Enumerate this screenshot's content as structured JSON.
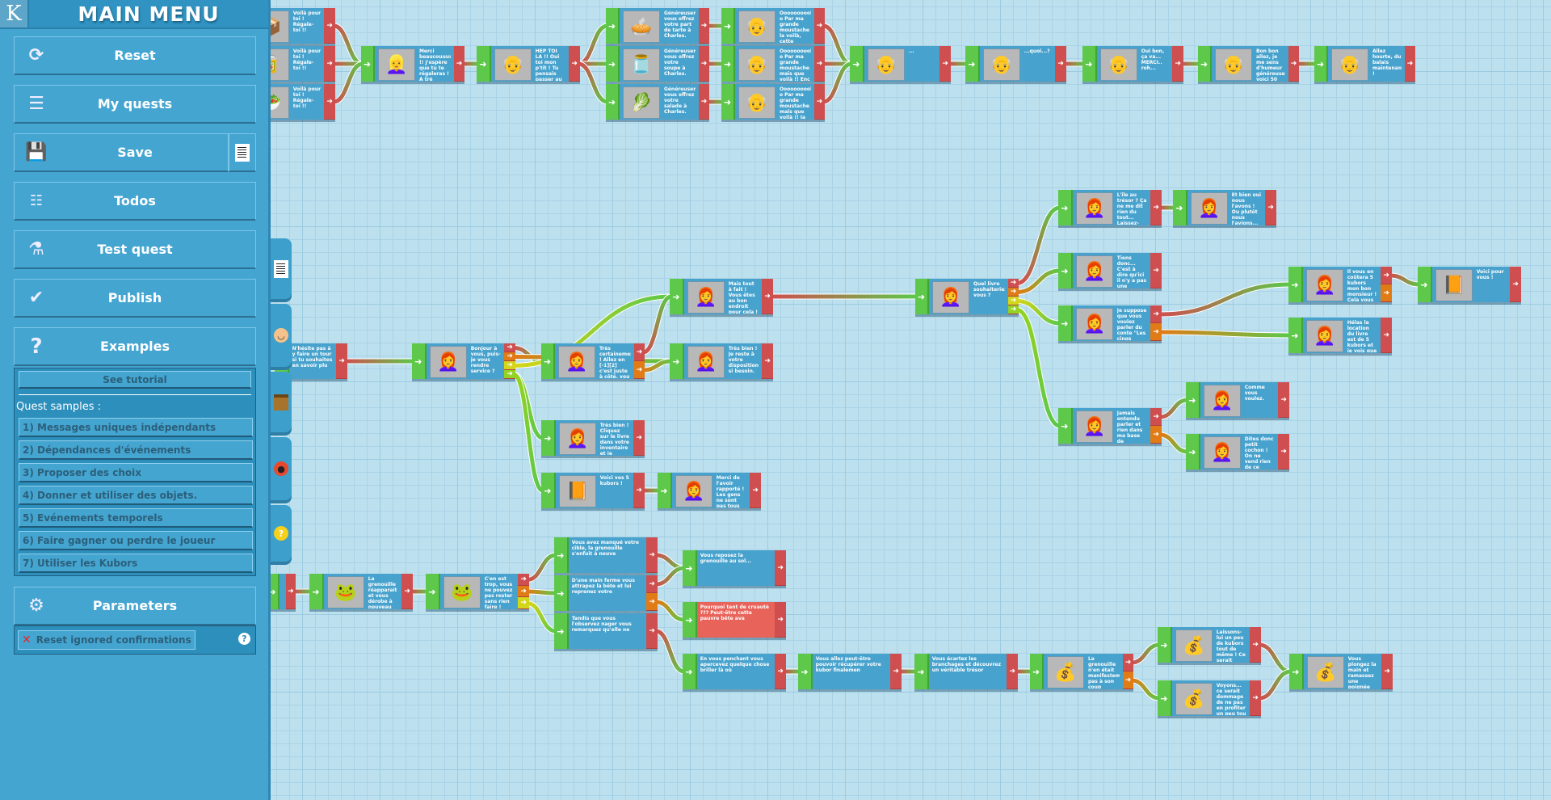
{
  "sidebar": {
    "logo": "K",
    "title": "MAIN MENU",
    "buttons": {
      "reset": "Reset",
      "my_quests": "My quests",
      "save": "Save",
      "todos": "Todos",
      "test_quest": "Test quest",
      "publish": "Publish",
      "examples": "Examples",
      "parameters": "Parameters"
    },
    "icons": {
      "reset": "refresh-icon",
      "my_quests": "list-icon",
      "save": "floppy-disk-icon",
      "save_extra": "document-icon",
      "todos": "checklist-icon",
      "test_quest": "flask-icon",
      "publish": "check-circle-icon",
      "examples": "question-mark-icon",
      "parameters": "gears-icon"
    },
    "examples_panel": {
      "tutorial_label": "See tutorial",
      "samples_heading": "Quest samples :",
      "samples": [
        "1) Messages uniques indépendants",
        "2) Dépendances d'événements",
        "3) Proposer des choix",
        "4) Donner et utiliser des objets.",
        "5) Evénements temporels",
        "6) Faire gagner ou perdre le joueur",
        "7) Utiliser les Kubors"
      ]
    },
    "parameters_panel": {
      "reset_ignored_label": "Reset ignored confirmations",
      "help": "?"
    }
  },
  "side_tabs": [
    "document-icon",
    "smiley-icon",
    "chest-icon",
    "ladybug-icon",
    "help-icon"
  ],
  "colors": {
    "input_port": "#5dc84a",
    "output_port_1": "#cf4f50",
    "output_port_2": "#e07b16",
    "output_port_3": "#d4d61a",
    "output_port_4": "#92d323",
    "node_body": "#47a2cd",
    "node_alert": "#e8635a"
  },
  "nodes": [
    {
      "id": "a1",
      "text": "Voilà pour toi ! Régale-toi !!",
      "pic": "📦",
      "outs": 1
    },
    {
      "id": "a2",
      "text": "Voilà pour toi ! Régale-toi !!",
      "pic": "🥫",
      "outs": 1
    },
    {
      "id": "a3",
      "text": "Voilà pour toi ! Régale-toi !!",
      "pic": "🥗",
      "outs": 1
    },
    {
      "id": "b1",
      "text": "Merci beaucouuuuuuup !! J'espère que tu te régaleras ! A trè",
      "pic": "👱‍♀️",
      "outs": 1
    },
    {
      "id": "c1",
      "text": "HEP TOI LA !! Oui toi mon p'tit ! Tu pensais passer au trave",
      "pic": "👴",
      "outs": 1
    },
    {
      "id": "d1",
      "text": "Généreusement, vous offrez votre part de tarte à Charles.",
      "pic": "🥧",
      "outs": 1
    },
    {
      "id": "d2",
      "text": "Généreusement, vous offrez votre soupe à Charles.",
      "pic": "🫙",
      "outs": 1
    },
    {
      "id": "d3",
      "text": "Généreusement, vous offrez votre salade à Charles.",
      "pic": "🥬",
      "outs": 1
    },
    {
      "id": "e1",
      "text": "Ooooooooohoo o Par ma grande moustache la voilà, cette merve",
      "pic": "👴",
      "outs": 1
    },
    {
      "id": "e2",
      "text": "Ooooooooohoo o Par ma grande moustache mais que voilà !! Enc",
      "pic": "👴",
      "outs": 1
    },
    {
      "id": "e3",
      "text": "Ooooooooohoo o Par ma grande moustache mais que voilà !! Ja",
      "pic": "👴",
      "outs": 1
    },
    {
      "id": "f1",
      "text": "...",
      "pic": "👴",
      "outs": 1
    },
    {
      "id": "f2",
      "text": "...quoi...?",
      "pic": "👴",
      "outs": 1
    },
    {
      "id": "f3",
      "text": "Oui bon, ça va... MERCI.. roh...",
      "pic": "👴",
      "outs": 1
    },
    {
      "id": "f4",
      "text": "Bon bon allez, je me sens d'humeur généreuse, voici 50 kubor",
      "pic": "👴",
      "outs": 1
    },
    {
      "id": "f5",
      "text": "Allez hourte, du balais maintenant !",
      "pic": "👴",
      "outs": 1
    },
    {
      "id": "g0",
      "text": "N'hésite pas à y faire un tour si tu souhaites en savoir plu",
      "pic": "",
      "outs": 1
    },
    {
      "id": "g1",
      "text": "Bonjour à vous, puis-je vous rendre service ?",
      "pic": "👩‍🦰",
      "outs": 4
    },
    {
      "id": "g2",
      "text": "Très certainement ! Allez en [-1][2] c'est juste à côté, vou",
      "pic": "👩‍🦰",
      "outs": 2
    },
    {
      "id": "g3",
      "text": "Mais tout à fait ! Vous êtes au bon endroit pour cela !",
      "pic": "👩‍🦰",
      "outs": 1
    },
    {
      "id": "g4",
      "text": "Très bien ! Je reste à votre disposition si besoin.",
      "pic": "👩‍🦰",
      "outs": 1
    },
    {
      "id": "g5",
      "text": "Très bien ! Cliquez sur le livre dans votre inventaire et je",
      "pic": "👩‍🦰",
      "outs": 1
    },
    {
      "id": "g6",
      "text": "Voici vos 5 kubors !",
      "pic": "📙",
      "outs": 1
    },
    {
      "id": "g7",
      "text": "Merci de l'avoir rapporté ! Les gens ne sont pas tous aussi",
      "pic": "👩‍🦰",
      "outs": 1
    },
    {
      "id": "h1",
      "text": "Quel livre souhaiteriez-vous ?",
      "pic": "👩‍🦰",
      "outs": 4
    },
    {
      "id": "h2",
      "text": "L'île au trésor ? Ça ne me dit rien du tout... Laissez-moi v",
      "pic": "👩‍🦰",
      "outs": 1
    },
    {
      "id": "h3",
      "text": "Et bien oui nous l'avons ! Ou plutôt nous l'avions... Il a",
      "pic": "👩‍🦰",
      "outs": 1
    },
    {
      "id": "h4",
      "text": "Tiens donc... C'est à dire qu'ici il n'y a pas une grande di",
      "pic": "👩‍🦰",
      "outs": 1
    },
    {
      "id": "h5",
      "text": "Je suppose que vous voulez parler du conte \"Les cinqs Curios",
      "pic": "👩‍🦰",
      "outs": 2
    },
    {
      "id": "h6",
      "text": "Jamais entendu parler et rien dans ma base de données ! Qu'e",
      "pic": "👩‍🦰",
      "outs": 2
    },
    {
      "id": "h7",
      "text": "Comme vous voulez.",
      "pic": "👩‍🦰",
      "outs": 1
    },
    {
      "id": "h8",
      "text": "Dites donc petit cochon ! On ne vend rien de ce genre ici na",
      "pic": "👩‍🦰",
      "outs": 1
    },
    {
      "id": "h9",
      "text": "Il vous en coûtera 5 kubors mon bon monsieur ! Cela vous con",
      "pic": "👩‍🦰",
      "outs": 2
    },
    {
      "id": "h10",
      "text": "Hélas la location du livre est de 5 kubors et je vois que vo",
      "pic": "👩‍🦰",
      "outs": 1
    },
    {
      "id": "h11",
      "text": "Voici pour vous !",
      "pic": "📙",
      "outs": 1
    },
    {
      "id": "k0",
      "text": "",
      "pic": "",
      "outs": 1
    },
    {
      "id": "k1",
      "text": "La grenouille réapparait et vous dérobe à nouveau votre Kubor",
      "pic": "🐸",
      "outs": 1
    },
    {
      "id": "k2",
      "text": "C'en est trop, vous ne pouvez pas rester sans rien faire !",
      "pic": "🐸",
      "outs": 3
    },
    {
      "id": "k3",
      "text": "Vous avez manqué votre cible, la grenouille s'enfuit à nouve",
      "pic": "",
      "outs": 1
    },
    {
      "id": "k4",
      "text": "D'une main ferme vous attrapez la bête et lui reprenez votre",
      "pic": "",
      "outs": 2
    },
    {
      "id": "k5",
      "text": "Tandis que vous l'observez nager vous remarquez qu'elle ne",
      "pic": "",
      "outs": 1
    },
    {
      "id": "k6",
      "text": "Vous reposez la grenouille au sol...",
      "pic": "",
      "outs": 1
    },
    {
      "id": "k7",
      "text": "Pourquoi tant de cruauté ??? Peut-être cette pauvre bête ava",
      "pic": "",
      "outs": 1,
      "alert": true
    },
    {
      "id": "k8",
      "text": "En vous penchant vous apercevez quelque chose briller là où",
      "pic": "",
      "outs": 1
    },
    {
      "id": "k9",
      "text": "Vous allez peut-être pouvoir récupérer votre kubor finalemen",
      "pic": "",
      "outs": 1
    },
    {
      "id": "k10",
      "text": "Vous écartez les branchages et découvrez un véritable trésor",
      "pic": "",
      "outs": 1
    },
    {
      "id": "k11",
      "text": "La grenouille n'en était manifestement pas à son coup d'essa",
      "pic": "💰",
      "outs": 2
    },
    {
      "id": "k12",
      "text": "Laissons-lui un peu de kubors tout de même ! Ce serait domma",
      "pic": "💰",
      "outs": 1
    },
    {
      "id": "k13",
      "text": "Voyons... ce serait dommage de ne pas en profiter un peu tou",
      "pic": "💰",
      "outs": 1
    },
    {
      "id": "k14",
      "text": "Vous plongez la main et ramassez une poignée de 100 kubors q",
      "pic": "💰",
      "outs": 1
    }
  ]
}
